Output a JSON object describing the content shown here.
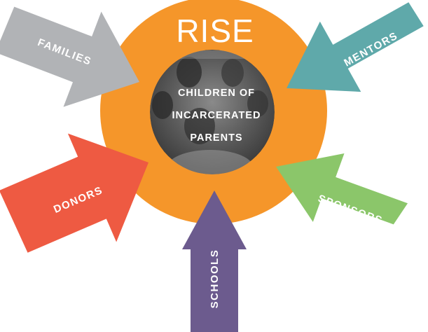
{
  "title": "RISE",
  "center_label_lines": [
    "CHILDREN OF",
    "INCARCERATED",
    "PARENTS"
  ],
  "arrows": [
    {
      "label": "FAMILIES",
      "color": "#b1b3b6"
    },
    {
      "label": "MENTORS",
      "color": "#5fa9aa"
    },
    {
      "label": "DONORS",
      "color": "#ee5a42"
    },
    {
      "label": "SPONSORS",
      "color": "#8bc66a"
    },
    {
      "label": "SCHOOLS",
      "color": "#6c5b8e"
    }
  ],
  "colors": {
    "ring": "#f5962a",
    "photo_placeholder": "#6b6b6b",
    "label_text": "#ffffff"
  },
  "photo_icon": "group-photo-icon"
}
